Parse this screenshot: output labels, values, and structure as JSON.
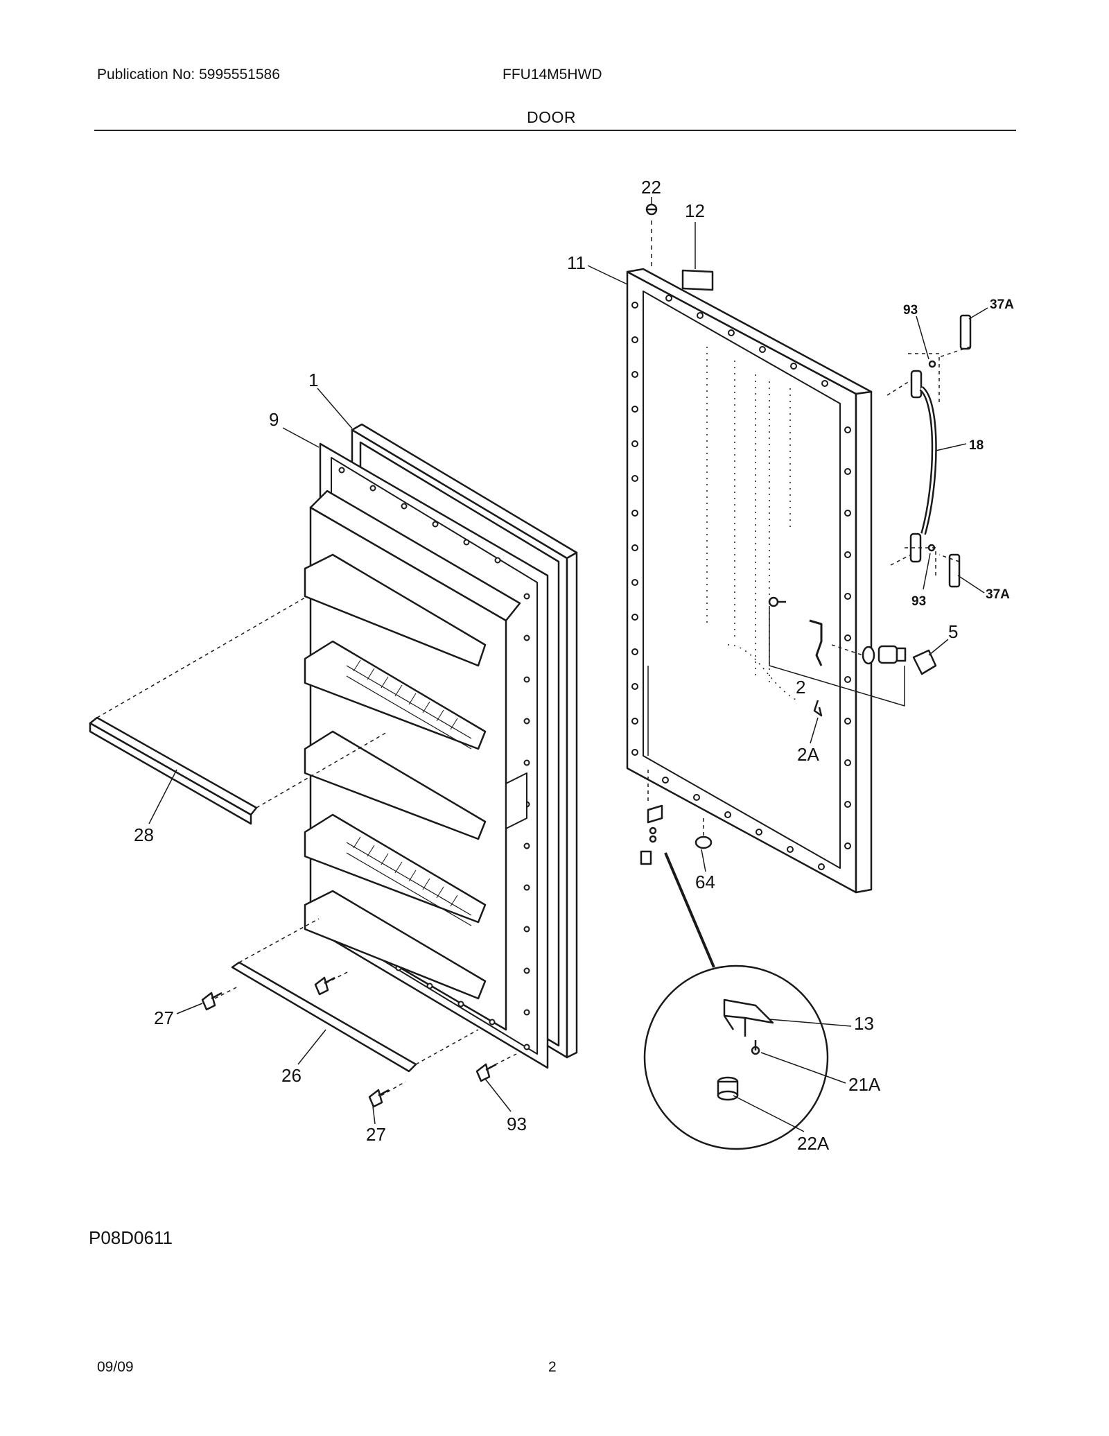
{
  "header": {
    "publication": "Publication No: 5995551586",
    "model": "FFU14M5HWD",
    "section": "DOOR"
  },
  "callouts": {
    "c1": "1",
    "c9": "9",
    "c11": "11",
    "c12": "12",
    "c22": "22",
    "c93a": "93",
    "c37a_top": "37A",
    "c18": "18",
    "c93b": "93",
    "c37a_bot": "37A",
    "c5": "5",
    "c2": "2",
    "c2a": "2A",
    "c28": "28",
    "c64": "64",
    "c27a": "27",
    "c26": "26",
    "c27b": "27",
    "c93c": "93",
    "c13": "13",
    "c21a": "21A",
    "c22a": "22A"
  },
  "footer": {
    "figure_code": "P08D0611",
    "date": "09/09",
    "page": "2"
  }
}
